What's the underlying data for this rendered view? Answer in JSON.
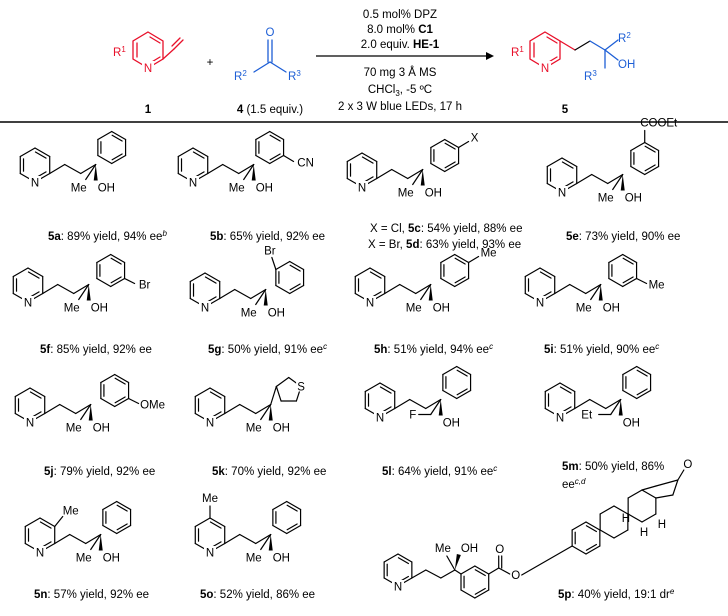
{
  "scheme": {
    "reactant1": {
      "label": "1",
      "substituent": "R",
      "sup": "1",
      "atom": "N"
    },
    "plus": "+",
    "reactant2": {
      "label": "4",
      "equiv": "(1.5 equiv.)",
      "o": "O",
      "r2": "R",
      "r2sup": "2",
      "r3": "R",
      "r3sup": "3"
    },
    "conditions": [
      "0.5 mol% DPZ",
      "8.0 mol% ",
      "C1",
      "2.0 equiv. ",
      "HE-1",
      "70 mg 3 Å MS",
      "CHCl",
      "3",
      ", -5 ºC",
      "2 x 3 W blue LEDs, 17 h"
    ],
    "product": {
      "label": "5",
      "r1": "R",
      "r1sup": "1",
      "r2": "R",
      "r2sup": "2",
      "r3": "R",
      "r3sup": "3",
      "oh": "OH",
      "atom": "N"
    }
  },
  "atoms": {
    "N": "N",
    "Me": "Me",
    "OH": "OH",
    "Et": "Et",
    "F": "F",
    "S": "S",
    "O": "O",
    "CN": "CN",
    "Br": "Br",
    "X": "X",
    "COOEt": "COOEt",
    "OMe": "OMe",
    "H": "H"
  },
  "compounds": [
    {
      "id": "5a",
      "text": ": 89% yield, 94% ee",
      "sup": "b"
    },
    {
      "id": "5b",
      "text": ": 65% yield, 92% ee",
      "sup": ""
    },
    {
      "id": "5c",
      "prefix": "X = Cl, ",
      "text": ": 54% yield, 88% ee",
      "sup": ""
    },
    {
      "id": "5d",
      "prefix": "X = Br, ",
      "text": ": 63% yield, 93% ee",
      "sup": ""
    },
    {
      "id": "5e",
      "text": ": 73% yield, 90% ee",
      "sup": ""
    },
    {
      "id": "5f",
      "text": ": 85% yield, 92% ee",
      "sup": ""
    },
    {
      "id": "5g",
      "text": ": 50% yield, 91% ee",
      "sup": "c"
    },
    {
      "id": "5h",
      "text": ": 51% yield, 94% ee",
      "sup": "c"
    },
    {
      "id": "5i",
      "text": ": 51% yield, 90% ee",
      "sup": "c"
    },
    {
      "id": "5j",
      "text": ": 79% yield, 92% ee",
      "sup": ""
    },
    {
      "id": "5k",
      "text": ": 70% yield, 92% ee",
      "sup": ""
    },
    {
      "id": "5l",
      "text": ": 64% yield, 91% ee",
      "sup": "c"
    },
    {
      "id": "5m",
      "text": ": 50% yield, 86%",
      "line2": "ee",
      "sup": "c,d"
    },
    {
      "id": "5n",
      "text": ": 57% yield, 92% ee",
      "sup": ""
    },
    {
      "id": "5o",
      "text": ": 52% yield, 86% ee",
      "sup": ""
    },
    {
      "id": "5p",
      "text": ": 40% yield, 19:1 dr",
      "sup": "e"
    }
  ],
  "colors": {
    "red": "#e8102a",
    "blue": "#1e5fd6",
    "ink": "#000000"
  }
}
